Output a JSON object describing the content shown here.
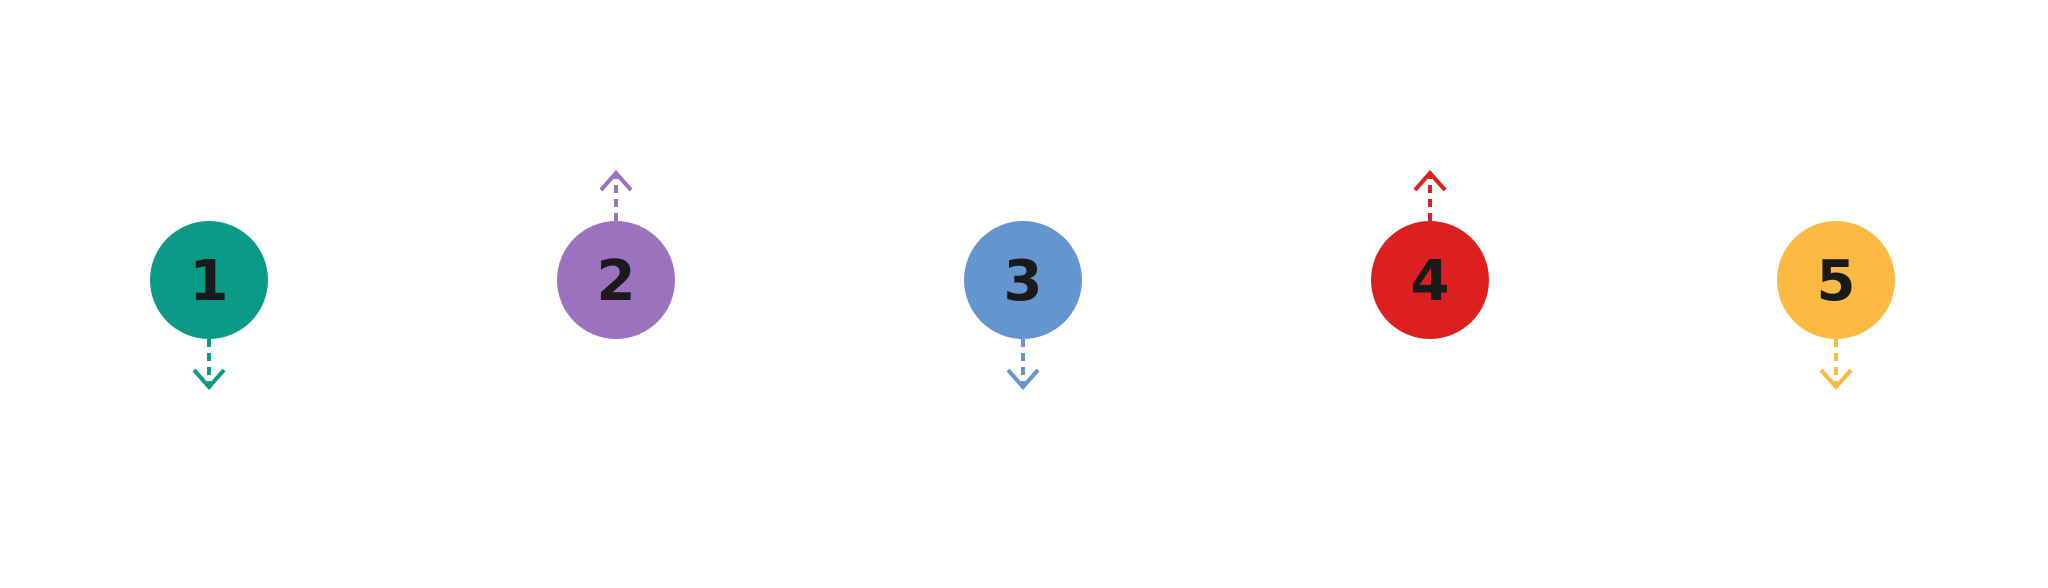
{
  "steps": [
    {
      "label": "1",
      "color": "#0a9b87",
      "arrow": "down"
    },
    {
      "label": "2",
      "color": "#9a72be",
      "arrow": "up"
    },
    {
      "label": "3",
      "color": "#6495cf",
      "arrow": "down"
    },
    {
      "label": "4",
      "color": "#dc1f1f",
      "arrow": "up"
    },
    {
      "label": "5",
      "color": "#f9b942",
      "arrow": "down"
    }
  ]
}
